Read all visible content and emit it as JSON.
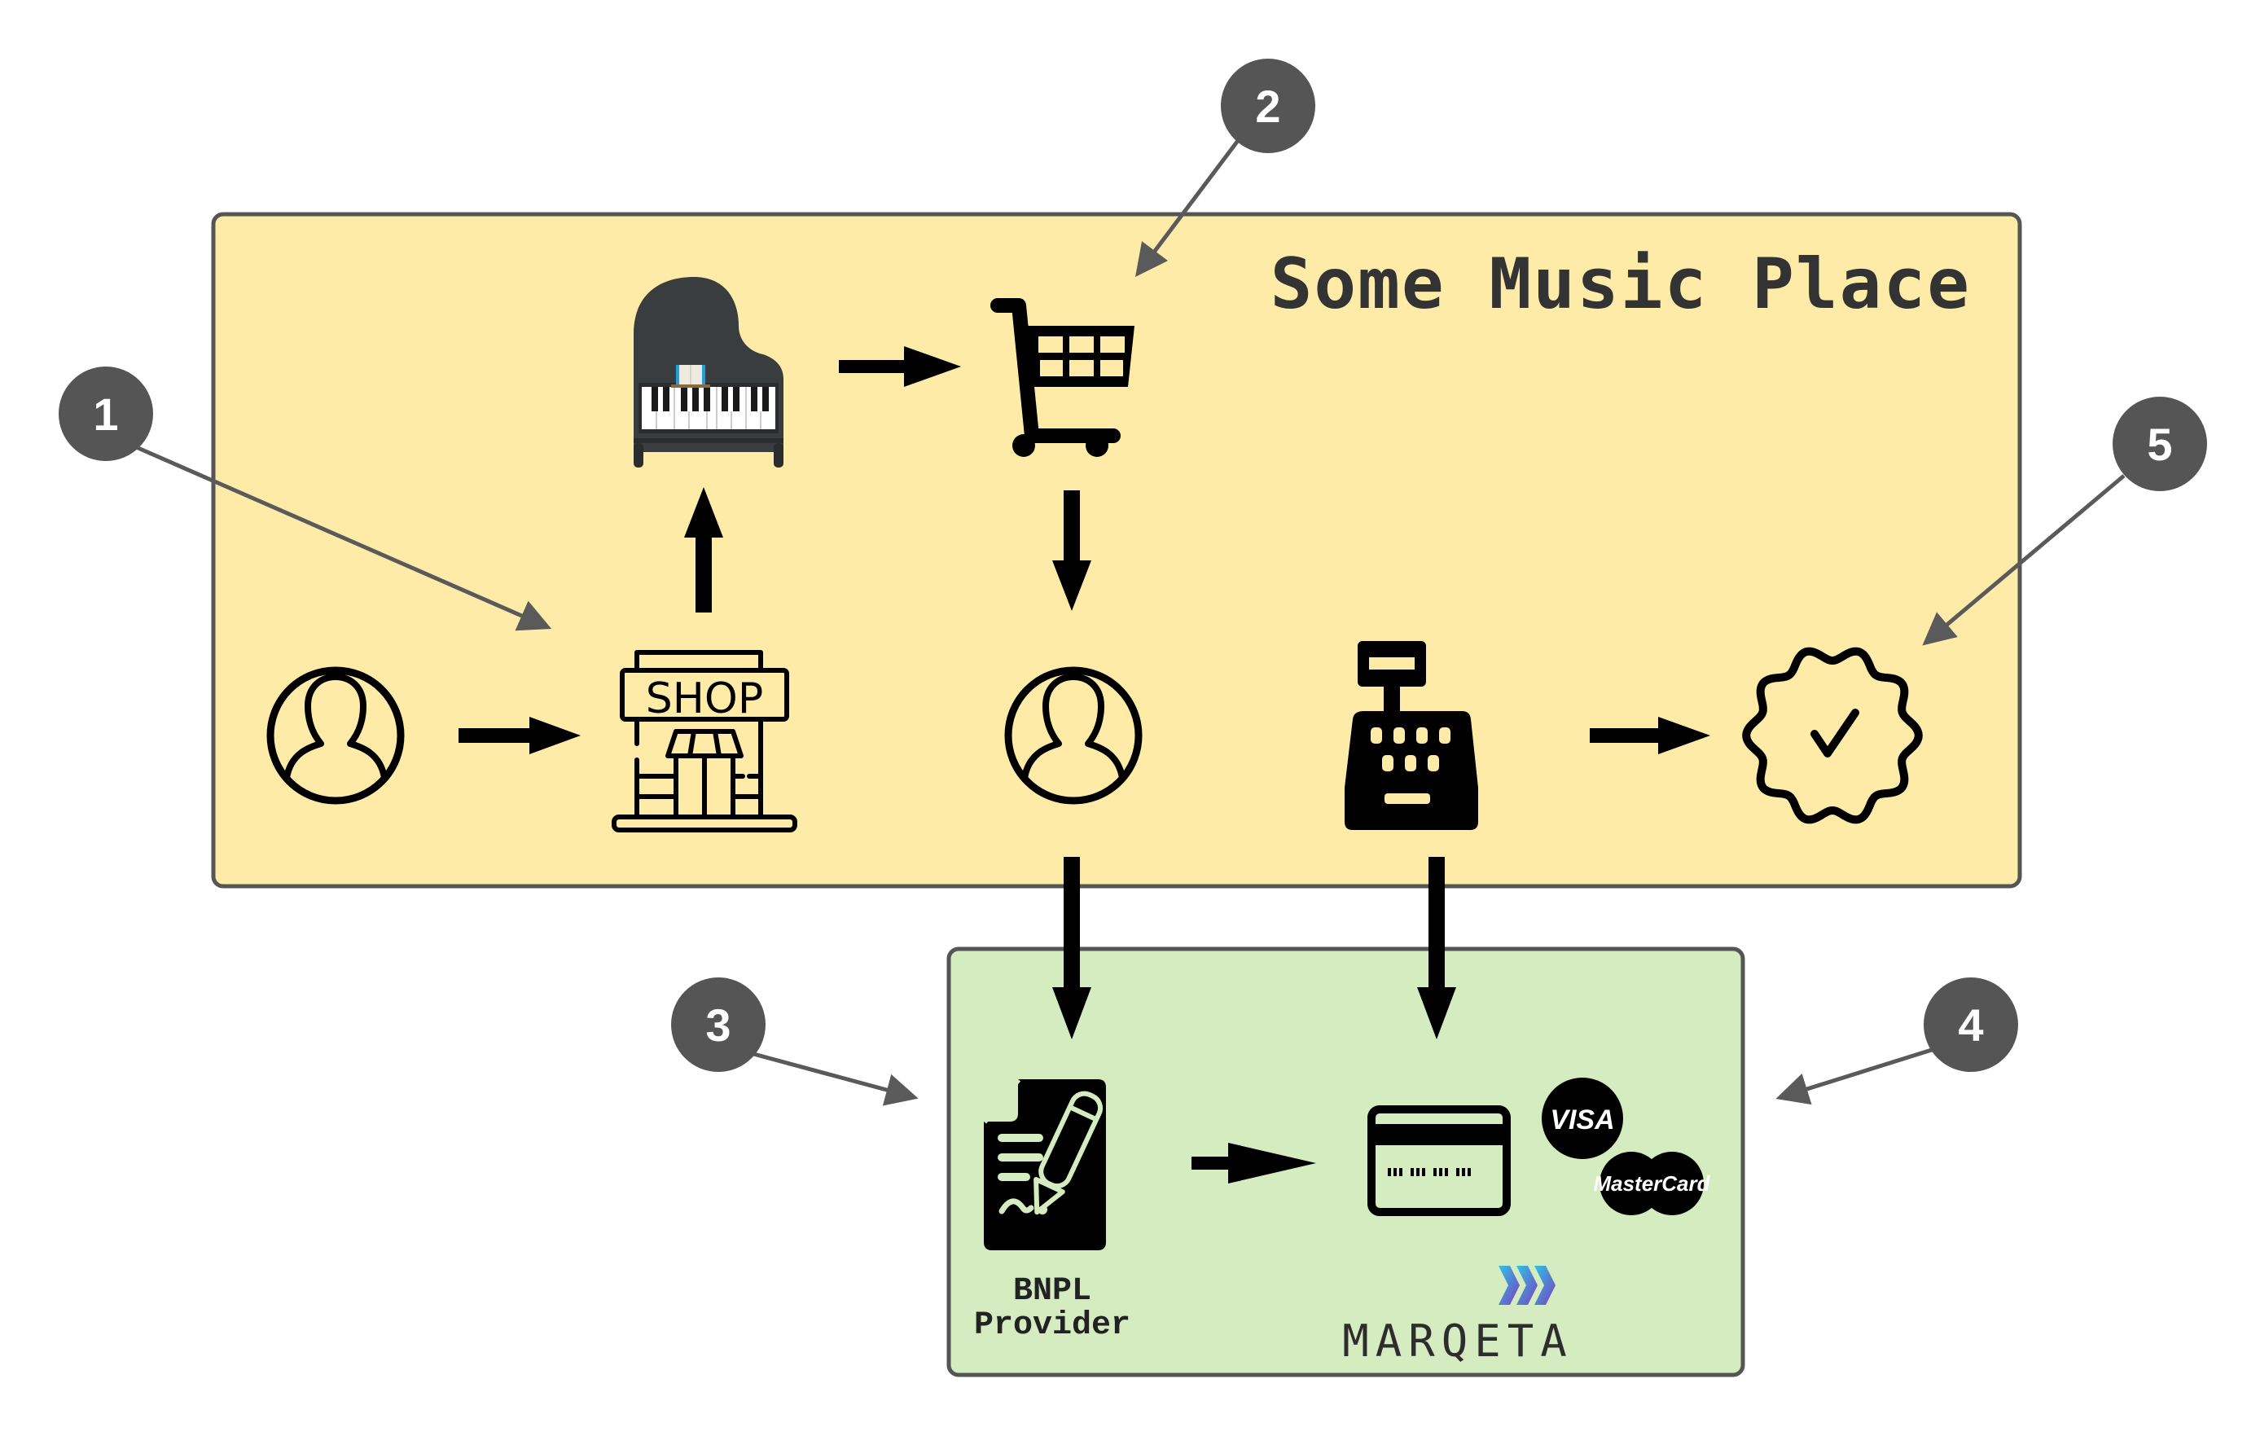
{
  "diagram": {
    "title": "BNPL purchase flow via Marqeta",
    "merchant_zone": {
      "label": "Some Music Place",
      "fill": "#ffeba8",
      "stroke": "#555555"
    },
    "processor_zone": {
      "fill": "#d4ecc0",
      "stroke": "#555555"
    },
    "nodes": [
      {
        "id": "customer-start",
        "icon": "user-circle-icon"
      },
      {
        "id": "shop",
        "icon": "shop-icon",
        "text": "SHOP"
      },
      {
        "id": "piano",
        "icon": "grand-piano-icon"
      },
      {
        "id": "cart",
        "icon": "shopping-cart-icon"
      },
      {
        "id": "customer-checkout",
        "icon": "user-circle-icon"
      },
      {
        "id": "cash-register",
        "icon": "cash-register-icon"
      },
      {
        "id": "approved",
        "icon": "verified-badge-icon"
      },
      {
        "id": "bnpl-provider",
        "icon": "signed-contract-icon",
        "label_line1": "BNPL",
        "label_line2": "Provider"
      },
      {
        "id": "virtual-card",
        "icon": "credit-card-icon"
      },
      {
        "id": "card-networks",
        "icons": [
          "visa-logo-icon",
          "mastercard-logo-icon"
        ],
        "visa_text": "VISA",
        "mastercard_text": "MasterCard"
      },
      {
        "id": "marqeta",
        "icon": "marqeta-logo-icon",
        "label": "MARQETA"
      }
    ],
    "edges": [
      {
        "from": "customer-start",
        "to": "shop"
      },
      {
        "from": "shop",
        "to": "piano"
      },
      {
        "from": "piano",
        "to": "cart"
      },
      {
        "from": "cart",
        "to": "customer-checkout"
      },
      {
        "from": "customer-checkout",
        "to": "bnpl-provider"
      },
      {
        "from": "bnpl-provider",
        "to": "virtual-card"
      },
      {
        "from": "cash-register",
        "to": "virtual-card"
      },
      {
        "from": "cash-register",
        "to": "approved"
      }
    ],
    "callouts": [
      {
        "number": "1",
        "target": "shop"
      },
      {
        "number": "2",
        "target": "cart"
      },
      {
        "number": "3",
        "target": "bnpl-provider"
      },
      {
        "number": "4",
        "target": "virtual-card"
      },
      {
        "number": "5",
        "target": "approved"
      }
    ],
    "colors": {
      "callout_fill": "#555555",
      "callout_arrow": "#5a5a5a",
      "flow_arrow": "#000000",
      "marqeta_gradient_start": "#2ec4e6",
      "marqeta_gradient_end": "#7b3fbf"
    }
  }
}
